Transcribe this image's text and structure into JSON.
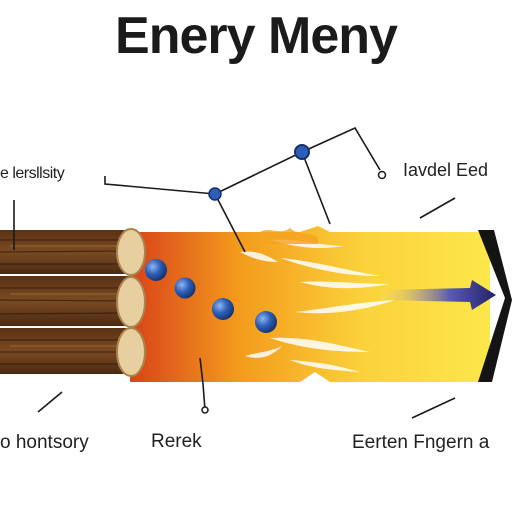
{
  "title": "Enery Meny",
  "labels": {
    "top_left": "e lersllsity",
    "top_right": "Iavdel Eed",
    "bottom_left": "o hontsory",
    "bottom_mid": "Rerek",
    "bottom_right": "Eerten Fngern a"
  },
  "colors": {
    "wood_dark": "#4a2a12",
    "wood_mid": "#7b4a22",
    "log_end": "#e8cfa0",
    "flame_red": "#d8421a",
    "flame_orange": "#f39a1c",
    "flame_yellow": "#fde74a",
    "particle_blue": "#2d5fb8",
    "arrow_purple": "#2a2a7a",
    "tip_black": "#141414"
  },
  "icons": {
    "particle": "blue-sphere",
    "arrow": "right-arrow"
  }
}
